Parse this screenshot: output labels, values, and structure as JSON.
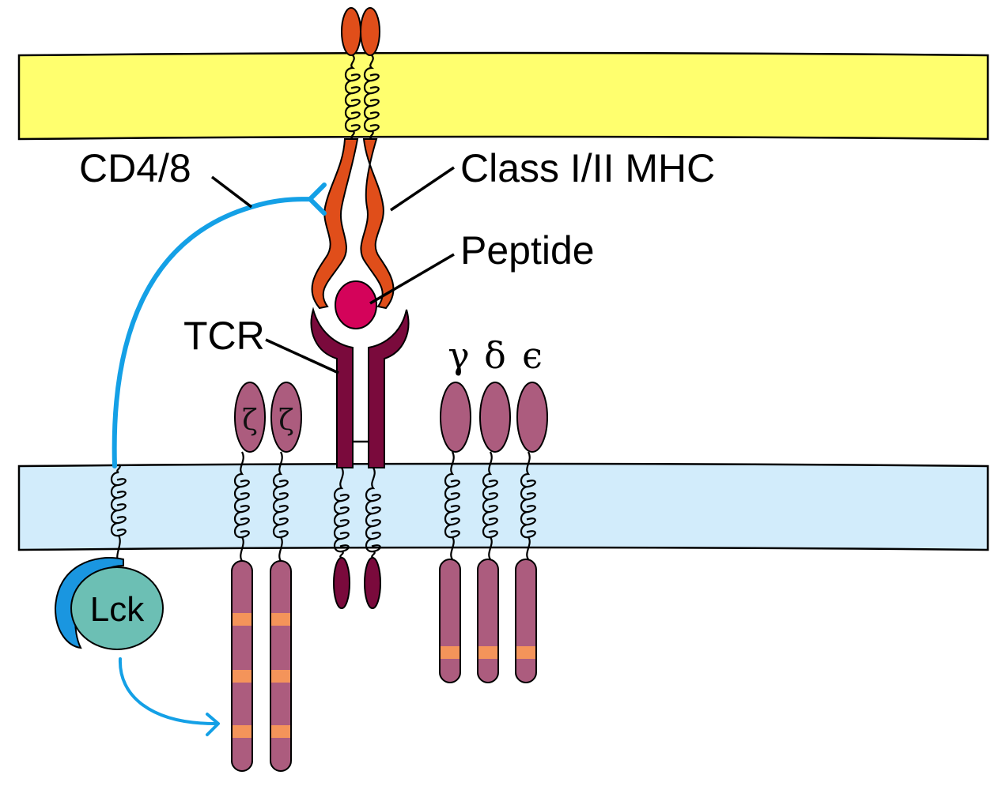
{
  "labels": {
    "cd48": "CD4/8",
    "mhc": "Class I/II MHC",
    "peptide": "Peptide",
    "tcr": "TCR",
    "lck": "Lck",
    "zeta_1": "ζ",
    "zeta_2": "ζ",
    "gamma": "γ",
    "delta": "δ",
    "epsilon": "ϵ"
  },
  "colors": {
    "apc_membrane": "#ffff6e",
    "t_cell_membrane": "#d2ecfb",
    "mhc": "#e04e1a",
    "peptide": "#d4035a",
    "tcr": "#7a0a3c",
    "cd3_zeta": "#ac5c7e",
    "itam": "#f4945a",
    "cd48_line": "#14a0e6",
    "lck_body": "#6cbfb4",
    "lck_cap": "#1a96e0"
  },
  "icons": {
    "coil": "alpha-helix-coil-icon",
    "arrow": "phosphorylation-arrow-icon"
  }
}
